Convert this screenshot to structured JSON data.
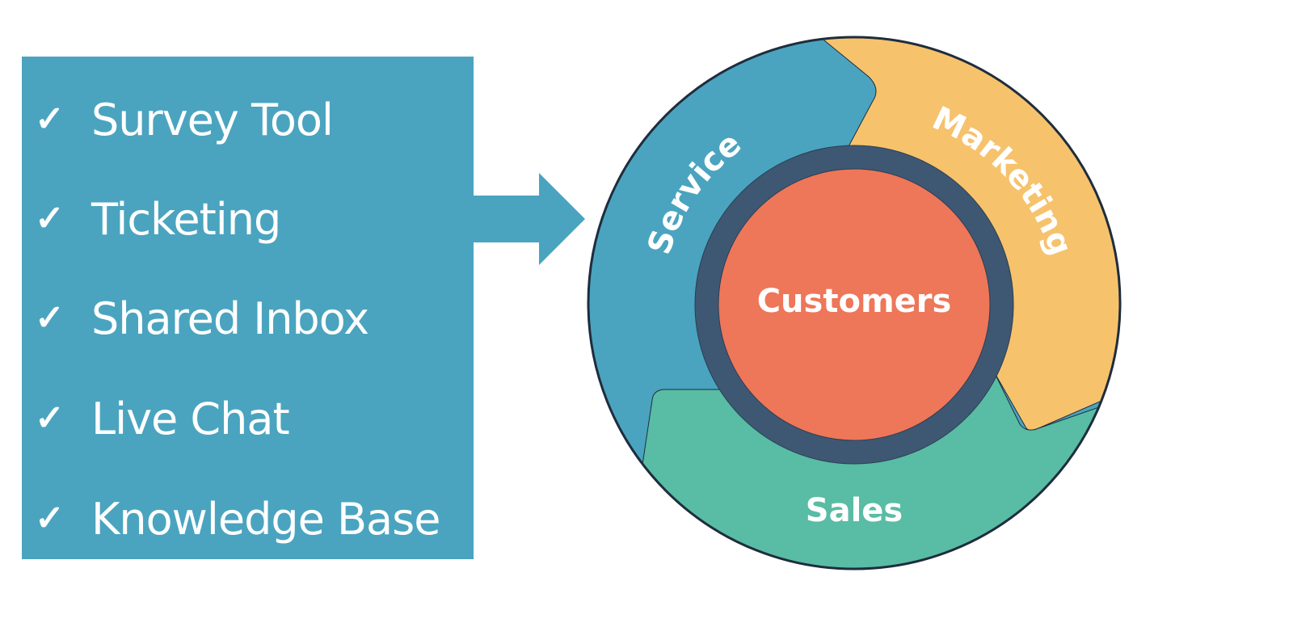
{
  "feature_list": {
    "items": [
      {
        "icon": "checkmark",
        "glyph": "✓",
        "label": "Survey Tool"
      },
      {
        "icon": "checkmark",
        "glyph": "✓",
        "label": "Ticketing"
      },
      {
        "icon": "checkmark",
        "glyph": "✓",
        "label": "Shared Inbox"
      },
      {
        "icon": "checkmark",
        "glyph": "✓",
        "label": "Live Chat"
      },
      {
        "icon": "checkmark",
        "glyph": "✓",
        "label": "Knowledge Base"
      }
    ]
  },
  "arrow": {
    "icon": "arrow-right"
  },
  "flywheel": {
    "center_label": "Customers",
    "segments": [
      {
        "label": "Service",
        "color": "#4aa4bf"
      },
      {
        "label": "Marketing",
        "color": "#f6c26c"
      },
      {
        "label": "Sales",
        "color": "#59bca4"
      }
    ],
    "center_color": "#ee7659",
    "ring_color": "#3e5873"
  },
  "colors": {
    "panel": "#4aa4bf",
    "text": "#ffffff",
    "outline": "#1e2d3d"
  }
}
